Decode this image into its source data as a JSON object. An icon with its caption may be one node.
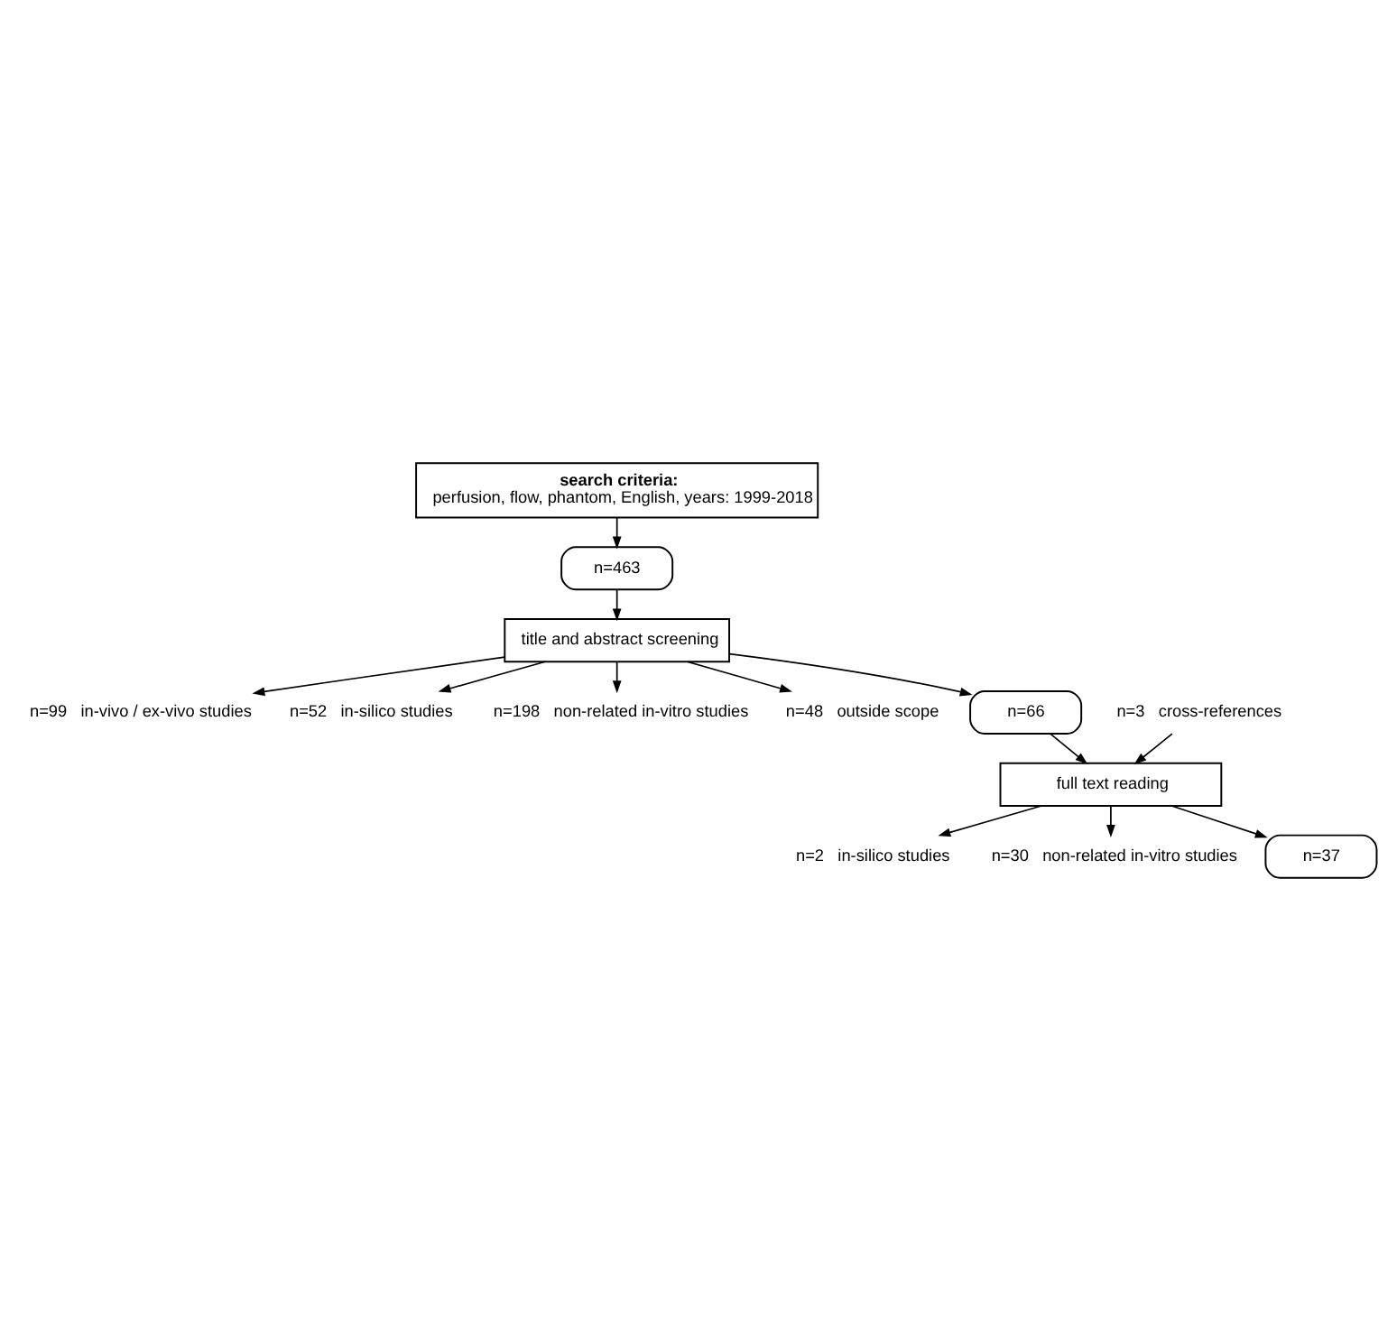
{
  "diagram": {
    "nodes": [
      {
        "text": [
          "search criteria:",
          "perfusion, flow, phantom, English, years: 1999-2018"
        ]
      },
      {
        "text": [
          "n=463"
        ]
      },
      {
        "text": [
          "title and abstract screening"
        ]
      },
      {
        "text": [
          "n=99",
          "in-vivo / ex-vivo studies"
        ]
      },
      {
        "text": [
          "n=52",
          "in-silico studies"
        ]
      },
      {
        "text": [
          "n=198",
          "non-related in-vitro studies"
        ]
      },
      {
        "text": [
          "n=48",
          "outside scope"
        ]
      },
      {
        "text": [
          "n=66"
        ]
      },
      {
        "text": [
          "n=3",
          "cross-references"
        ]
      },
      {
        "text": [
          "full text reading"
        ]
      },
      {
        "text": [
          "n=2",
          "in-silico studies"
        ]
      },
      {
        "text": [
          "n=30",
          "non-related in-vitro studies"
        ]
      },
      {
        "text": [
          "n=37"
        ]
      }
    ],
    "edges": [
      {
        "from": 0,
        "to": 1,
        "arrow": "to"
      },
      {
        "from": 1,
        "to": 2,
        "arrow": "to"
      },
      {
        "from": 2,
        "to": 3,
        "arrow": "to"
      },
      {
        "from": 2,
        "to": 4,
        "arrow": "to"
      },
      {
        "from": 2,
        "to": 5,
        "arrow": "to"
      },
      {
        "from": 2,
        "to": 6,
        "arrow": "to"
      },
      {
        "from": 2,
        "to": 7,
        "arrow": "to"
      },
      {
        "from": 7,
        "to": 9,
        "arrow": "to"
      },
      {
        "from": 8,
        "to": 9,
        "arrow": "to"
      },
      {
        "from": 9,
        "to": 10,
        "arrow": "to"
      },
      {
        "from": 9,
        "to": 11,
        "arrow": "to"
      },
      {
        "from": 9,
        "to": 12,
        "arrow": "to"
      }
    ]
  }
}
